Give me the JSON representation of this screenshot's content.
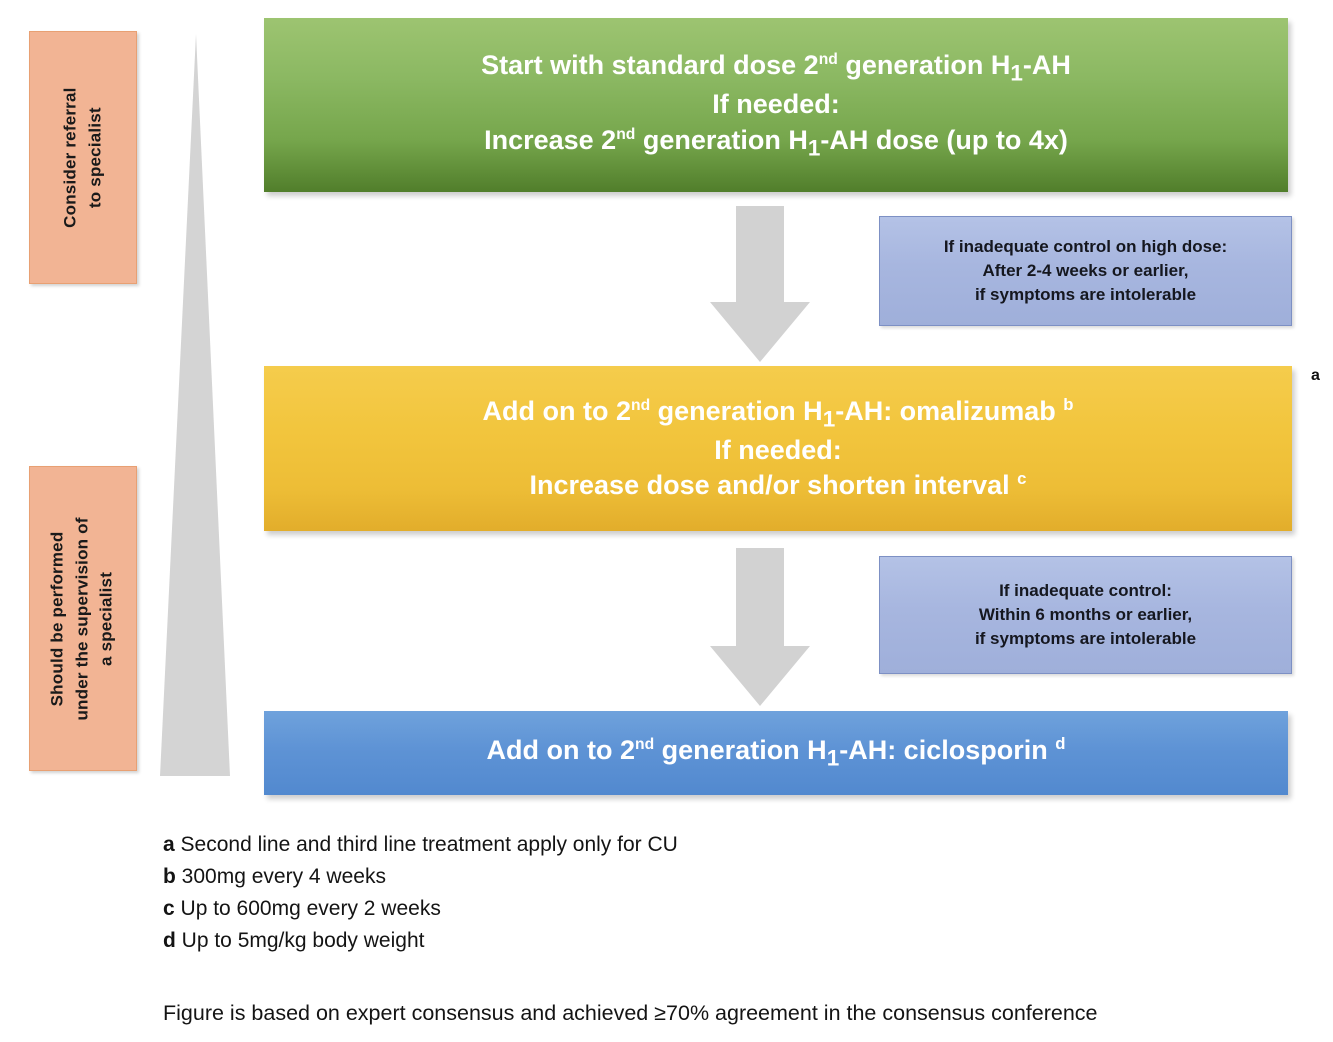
{
  "figure": {
    "type": "treatment-algorithm-flowchart",
    "title_marker": "a",
    "caption": "Figure is based on expert consensus and achieved ≥70% agreement in the consensus conference"
  },
  "sidebar": {
    "boxes": [
      {
        "id": "consider-referral",
        "color": "#f2b494",
        "lines": [
          "Consider referral",
          "to specialist"
        ],
        "text": "Consider referral to specialist"
      },
      {
        "id": "specialist-supervision",
        "color": "#f2b494",
        "lines": [
          "Should be performed",
          "under the supervision of",
          "a specialist"
        ],
        "text": "Should be performed under the supervision of a specialist"
      }
    ]
  },
  "escalation": {
    "name": "treatment-escalation-wedge",
    "color": "#d4d4d4",
    "direction": "widens-downward"
  },
  "steps": [
    {
      "id": "step-1",
      "level": "first-line",
      "color_top": "#9dc471",
      "color_bottom": "#517e2b",
      "lines": [
        {
          "text": "Start with standard dose 2",
          "sup": "nd",
          "text2": " generation H",
          "sub": "1",
          "text3": "-AH"
        },
        {
          "text": "If needed:"
        },
        {
          "text": "Increase 2",
          "sup": "nd",
          "text2": " generation H",
          "sub": "1",
          "text3": "-AH dose (up to 4x)"
        }
      ],
      "plain": [
        "Start with standard dose 2nd generation H1-AH",
        "If needed:",
        "Increase 2nd generation H1-AH dose (up to 4x)"
      ]
    },
    {
      "id": "step-2",
      "level": "second-line",
      "color_top": "#f5cc4c",
      "color_bottom": "#e2ad2b",
      "lines": [
        {
          "text": "Add on to 2",
          "sup": "nd",
          "text2": " generation H",
          "sub": "1",
          "text3": "-AH: omalizumab",
          "foot": "b"
        },
        {
          "text": "If needed:"
        },
        {
          "text": "Increase dose and/or shorten interval",
          "foot": "c"
        }
      ],
      "plain": [
        "Add on to 2nd generation H1-AH: omalizumab b",
        "If needed:",
        "Increase dose and/or shorten interval c"
      ]
    },
    {
      "id": "step-3",
      "level": "third-line",
      "color_top": "#6fa2dc",
      "color_bottom": "#5289cf",
      "lines": [
        {
          "text": "Add on to 2",
          "sup": "nd",
          "text2": " generation H",
          "sub": "1",
          "text3": "-AH: ciclosporin",
          "foot": "d"
        }
      ],
      "plain": [
        "Add on to 2nd generation H1-AH: ciclosporin d"
      ]
    }
  ],
  "conditions": [
    {
      "id": "condition-1",
      "color": "#a7b6df",
      "lines": [
        "If inadequate control on high dose:",
        "After  2-4 weeks  or earlier,",
        "if symptoms are  intolerable"
      ]
    },
    {
      "id": "condition-2",
      "color": "#a7b6df",
      "lines": [
        "If inadequate  control:",
        "Within 6 months or earlier,",
        "if symptoms are  intolerable"
      ]
    }
  ],
  "arrows": [
    {
      "id": "arrow-1",
      "direction": "down",
      "color": "#d2d2d2"
    },
    {
      "id": "arrow-2",
      "direction": "down",
      "color": "#d2d2d2"
    }
  ],
  "footnotes": [
    {
      "key": "a",
      "text": "Second line and third line treatment apply only for CU"
    },
    {
      "key": "b",
      "text": "300mg every 4 weeks"
    },
    {
      "key": "c",
      "text": "Up to 600mg every 2 weeks"
    },
    {
      "key": "d",
      "text": "Up to 5mg/kg body weight"
    }
  ]
}
